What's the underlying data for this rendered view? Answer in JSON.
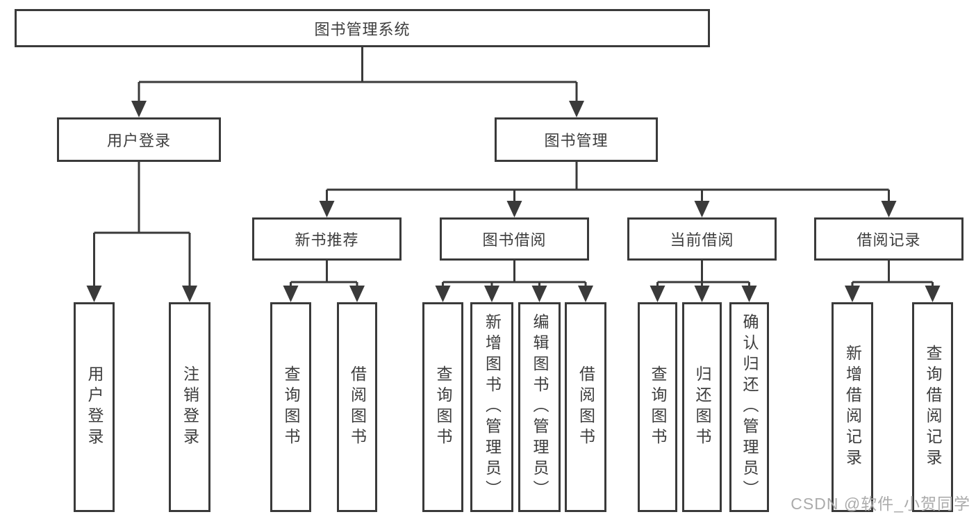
{
  "tree": {
    "root": "图书管理系统",
    "login_branch": {
      "label": "用户登录",
      "children": [
        "用户登录",
        "注销登录"
      ]
    },
    "mgmt_branch": {
      "label": "图书管理",
      "sections": [
        {
          "label": "新书推荐",
          "children": [
            "查询图书",
            "借阅图书"
          ]
        },
        {
          "label": "图书借阅",
          "children": [
            "查询图书",
            "新增图书（管理员）",
            "编辑图书（管理员）",
            "借阅图书"
          ]
        },
        {
          "label": "当前借阅",
          "children": [
            "查询图书",
            "归还图书",
            "确认归还（管理员）"
          ]
        },
        {
          "label": "借阅记录",
          "children": [
            "新增借阅记录",
            "查询借阅记录"
          ]
        }
      ]
    }
  },
  "watermark": "CSDN @软件_小贺同学",
  "colors": {
    "line": "#3a3a3a",
    "text": "#3d3d3d",
    "watermark": "#ababab",
    "bg": "#ffffff"
  }
}
